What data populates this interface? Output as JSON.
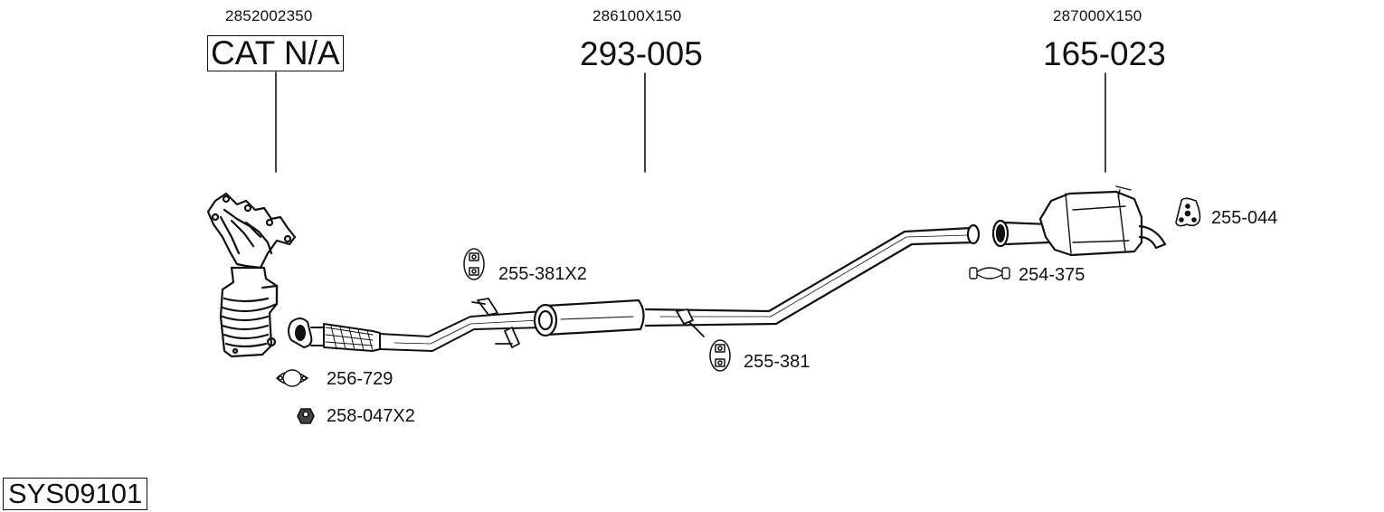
{
  "system": {
    "code": "SYS09101"
  },
  "main_parts": [
    {
      "oe_number": "2852002350",
      "part_number": "CAT N/A",
      "boxed": true,
      "name": "catalytic-converter-manifold"
    },
    {
      "oe_number": "286100X150",
      "part_number": "293-005",
      "boxed": false,
      "name": "middle-silencer"
    },
    {
      "oe_number": "287000X150",
      "part_number": "165-023",
      "boxed": false,
      "name": "rear-silencer"
    }
  ],
  "accessories": [
    {
      "part_number": "256-729",
      "icon": "gasket-icon"
    },
    {
      "part_number": "258-047X2",
      "icon": "nut-icon"
    },
    {
      "part_number": "255-381X2",
      "icon": "rubber-hanger-icon"
    },
    {
      "part_number": "255-381",
      "icon": "rubber-hanger-icon"
    },
    {
      "part_number": "254-375",
      "icon": "pipe-clamp-icon"
    },
    {
      "part_number": "255-044",
      "icon": "rubber-mount-icon"
    }
  ],
  "colors": {
    "line": "#111111",
    "background": "#ffffff",
    "fill": "#ffffff"
  }
}
